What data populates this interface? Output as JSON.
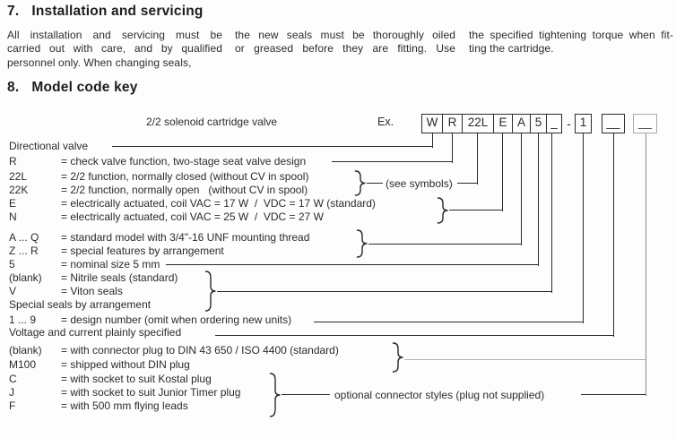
{
  "section7": {
    "number": "7.",
    "title": "Installation and servicing",
    "columns": [
      {
        "lines": [
          "All installation and servicing  must be",
          "carried out with care, and by qualified",
          "personnel only. When changing seals,"
        ]
      },
      {
        "lines": [
          "the new seals must be thoroughly oiled",
          "or greased before they are fitting. Use"
        ]
      },
      {
        "lines": [
          "the specified tightening torque when fit-",
          "ting the cartridge."
        ]
      }
    ]
  },
  "section8": {
    "number": "8.",
    "title": "Model code key",
    "product_label": "2/2 solenoid cartridge valve",
    "example_prefix": "Ex.",
    "code_cells": [
      "W",
      "R",
      "22L",
      "E",
      "A",
      "5",
      "_"
    ],
    "separator": "-",
    "design_number_cell": "1",
    "blank_cells": [
      "__",
      "__"
    ],
    "annotations": {
      "see_symbols": "(see symbols)",
      "optional_connector": "optional connector styles (plug not supplied)"
    },
    "rows": [
      {
        "term": "Directional valve",
        "desc": ""
      },
      {
        "term": "R",
        "desc": "= check valve function, two-stage seat valve design"
      },
      {
        "term": "22L",
        "desc": "= 2/2 function, normally closed (without CV in spool)"
      },
      {
        "term": "22K",
        "desc": "= 2/2 function, normally open   (without CV in spool)"
      },
      {
        "term": "E",
        "desc": "= electrically actuated, coil VAC = 17 W  /  VDC = 17 W (standard)"
      },
      {
        "term": "N",
        "desc": "= electrically actuated, coil VAC = 25 W  /  VDC = 27 W"
      },
      {
        "term": "A ... Q",
        "desc": "= standard model with 3/4\"-16 UNF mounting thread"
      },
      {
        "term": "Z ... R",
        "desc": "= special features by arrangement"
      },
      {
        "term": "5",
        "desc": "= nominal size 5 mm"
      },
      {
        "term": "(blank)",
        "desc": "= Nitrile seals (standard)"
      },
      {
        "term": "V",
        "desc": "= Viton seals"
      },
      {
        "term": "Special seals by arrangement",
        "desc": ""
      },
      {
        "term": "1 ... 9",
        "desc": "= design number (omit when ordering new units)"
      },
      {
        "term": "Voltage and current plainly specified",
        "desc": ""
      },
      {
        "term": "(blank)",
        "desc": "= with connector plug to DIN 43 650 / ISO 4400 (standard)"
      },
      {
        "term": "M100",
        "desc": "= shipped without DIN plug"
      },
      {
        "term": "C",
        "desc": "= with socket to suit Kostal plug"
      },
      {
        "term": "J",
        "desc": "= with socket to suit Junior Timer plug"
      },
      {
        "term": "F",
        "desc": "= with 500 mm flying leads"
      }
    ]
  }
}
